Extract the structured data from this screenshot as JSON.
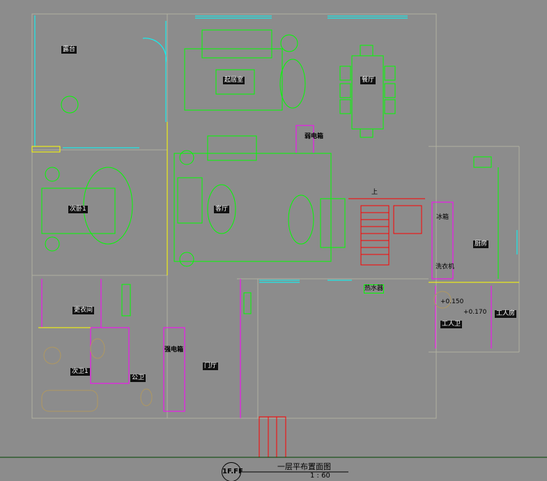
{
  "drawing": {
    "title": "一层平布置面图",
    "scale": "1 : 60",
    "floor_tag": "1F.FF"
  },
  "rooms": {
    "terrace": "露台",
    "living_room": "起居室",
    "dining": "餐厅",
    "weak_box": "弱电箱",
    "hall": "客厅",
    "bedroom2": "次卧1",
    "stairs_up": "上",
    "fridge": "冰箱",
    "kitchen": "厨房",
    "washer": "洗衣机",
    "water_heater": "热水器",
    "level1": "+0.150",
    "level2": "+0.170",
    "servant_bath": "工人卫",
    "servant_room": "工人房",
    "dressing": "更衣间",
    "bath2": "次卫1",
    "public_bath": "公卫",
    "strong_box": "强电箱",
    "foyer": "门厅"
  },
  "colors": {
    "furniture": "#00ff00",
    "window": "#00ffff",
    "wall": "#ff00ff",
    "yellow": "#ffff00",
    "stair": "#ff0000",
    "bg": "#8c8c8c"
  }
}
